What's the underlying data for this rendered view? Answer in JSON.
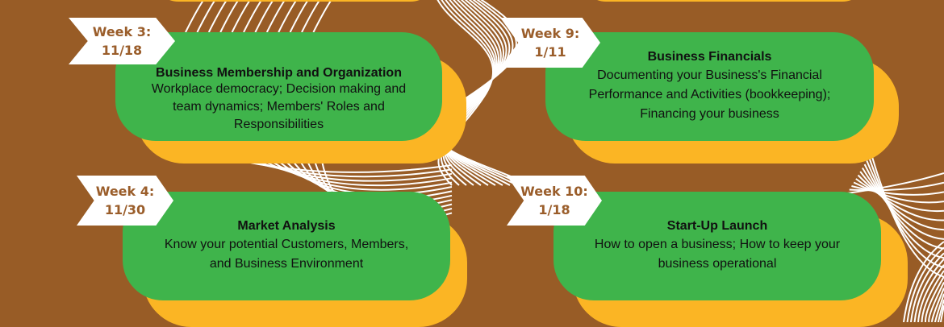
{
  "weeks": [
    {
      "label": "Week 3:",
      "date": "11/18",
      "title": "Business Membership and Organization",
      "desc": "Workplace democracy; Decision making and team dynamics; Members' Roles and Responsibilities"
    },
    {
      "label": "Week 9:",
      "date": "1/11",
      "title": "Business Financials",
      "desc": "Documenting your Business's Financial Performance and Activities (bookkeeping); Financing your business"
    },
    {
      "label": "Week 4:",
      "date": "11/30",
      "title": "Market Analysis",
      "desc": "Know your potential Customers, Members, and Business Environment"
    },
    {
      "label": "Week 10:",
      "date": "1/18",
      "title": "Start-Up Launch",
      "desc": "How to open a business; How to keep your business operational"
    }
  ],
  "colors": {
    "background": "#985c26",
    "card": "#3fb44b",
    "shadow": "#fbb524",
    "label": "#9a5d2a"
  }
}
